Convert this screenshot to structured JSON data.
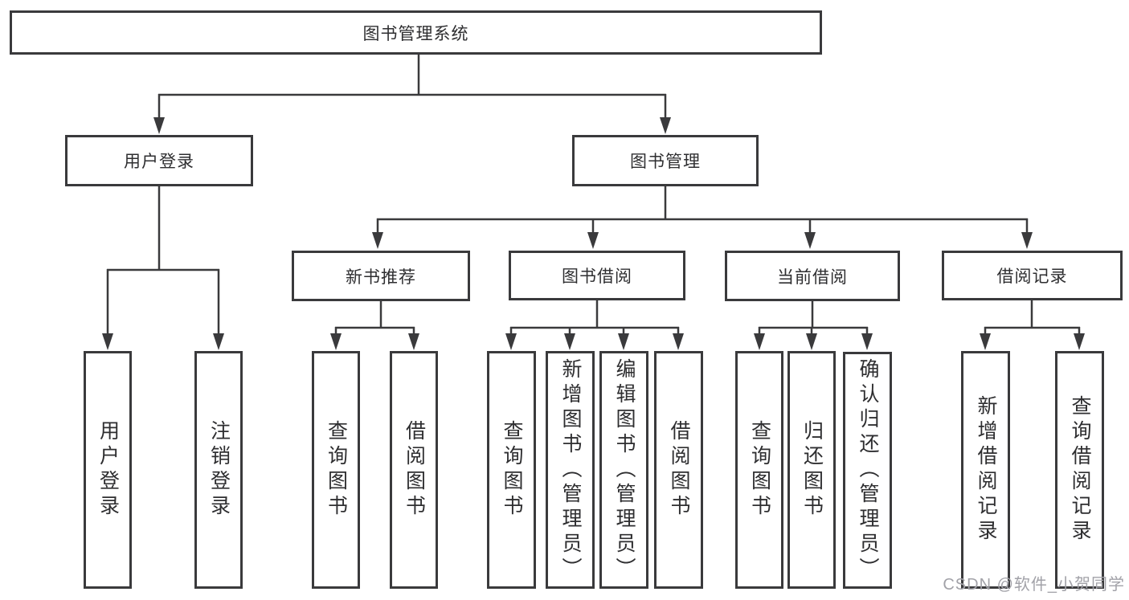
{
  "colors": {
    "line": "#3a3a3c",
    "text": "#2e2e30",
    "watermark": "#a2a2a8",
    "background": "#ffffff"
  },
  "watermark": "CSDN @软件_小贺同学",
  "nodes": {
    "root": {
      "label": "图书管理系统"
    },
    "user_login": {
      "label": "用户登录"
    },
    "book_mgmt": {
      "label": "图书管理"
    },
    "new_book_rec": {
      "label": "新书推荐"
    },
    "book_borrow": {
      "label": "图书借阅"
    },
    "current_borrow": {
      "label": "当前借阅"
    },
    "borrow_records": {
      "label": "借阅记录"
    }
  },
  "leaves": [
    {
      "label": "用户登录",
      "parent": "用户登录"
    },
    {
      "label": "注销登录",
      "parent": "用户登录"
    },
    {
      "label": "查询图书",
      "parent": "新书推荐"
    },
    {
      "label": "借阅图书",
      "parent": "新书推荐"
    },
    {
      "label": "查询图书",
      "parent": "图书借阅"
    },
    {
      "label": "新增图书（管理员）",
      "parent": "图书借阅"
    },
    {
      "label": "编辑图书（管理员）",
      "parent": "图书借阅"
    },
    {
      "label": "借阅图书",
      "parent": "图书借阅"
    },
    {
      "label": "查询图书",
      "parent": "当前借阅"
    },
    {
      "label": "归还图书",
      "parent": "当前借阅"
    },
    {
      "label": "确认归还（管理员）",
      "parent": "当前借阅"
    },
    {
      "label": "新增借阅记录",
      "parent": "借阅记录"
    },
    {
      "label": "查询借阅记录",
      "parent": "借阅记录"
    }
  ]
}
